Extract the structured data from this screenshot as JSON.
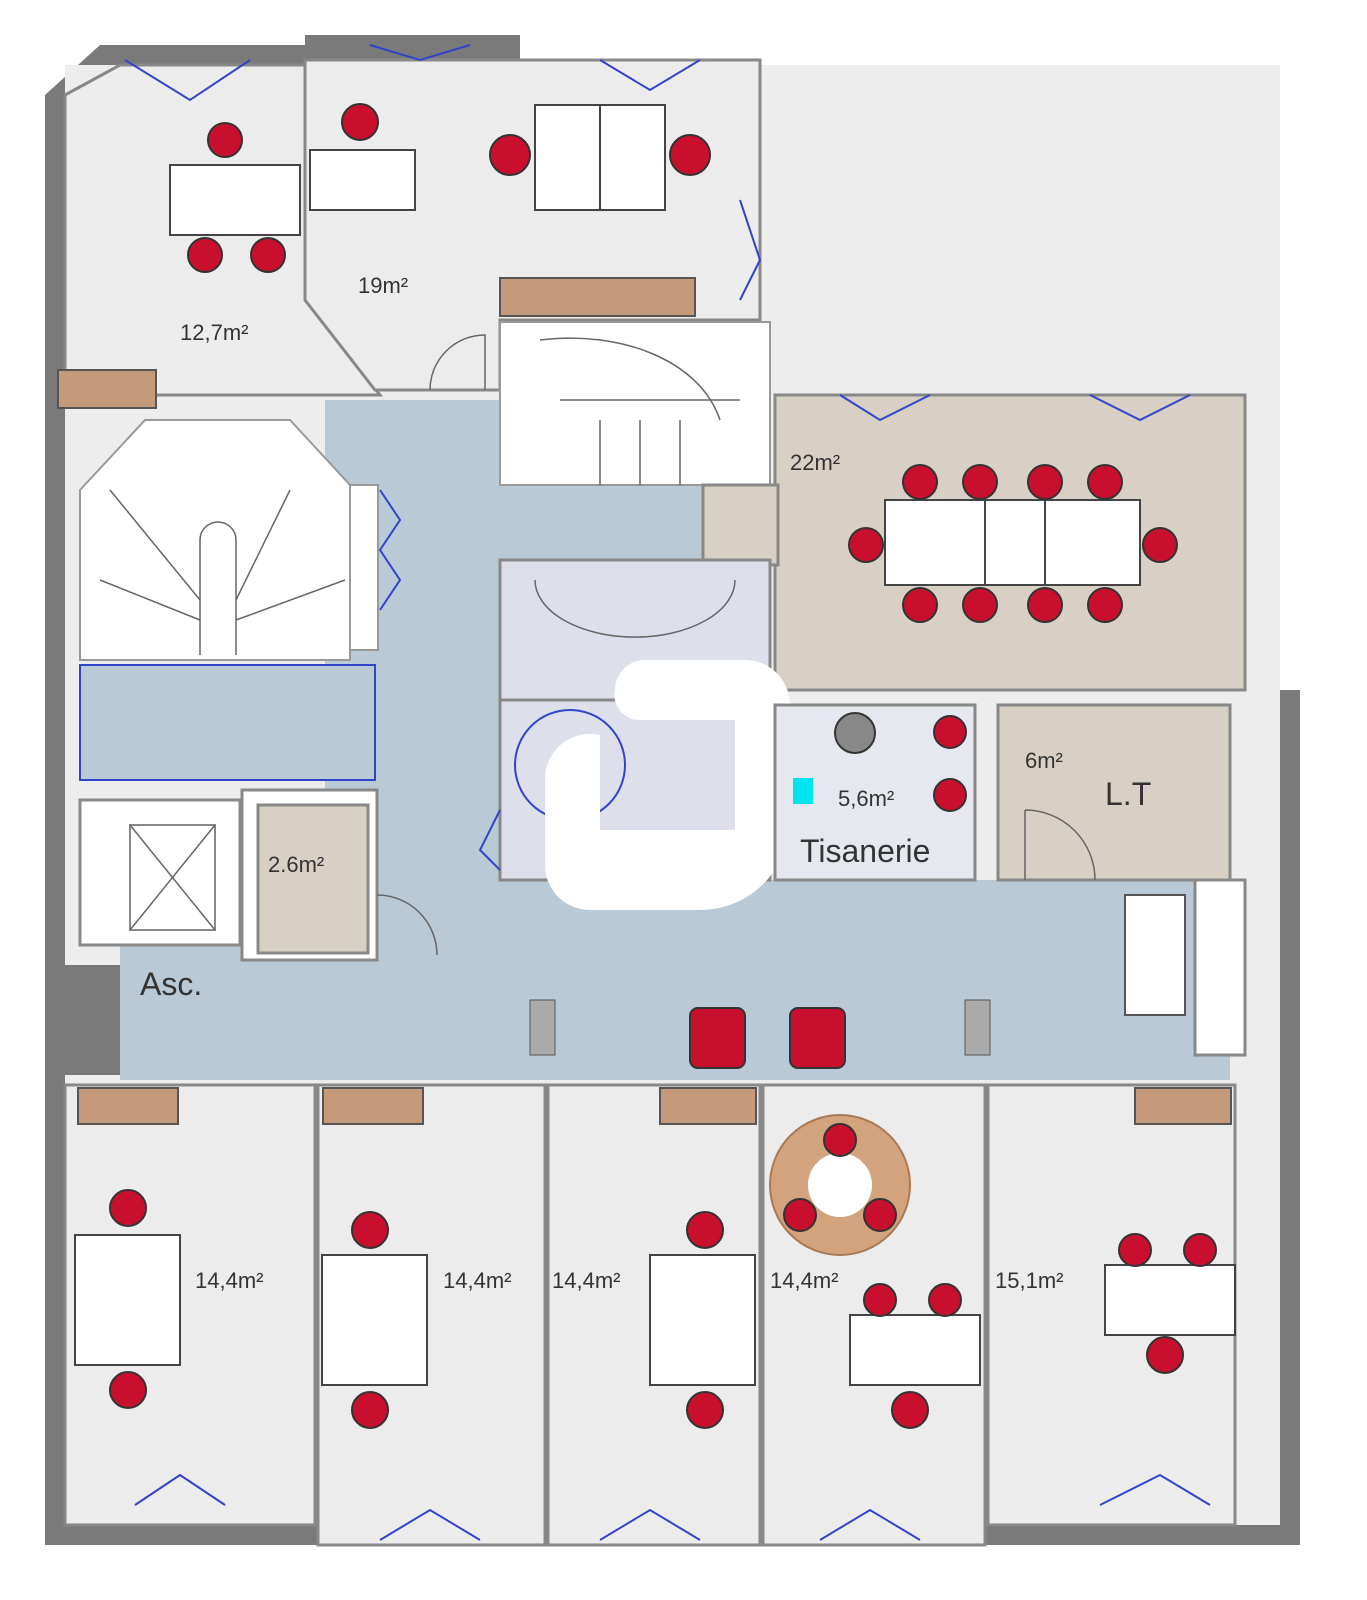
{
  "plan": {
    "rooms": {
      "office_top_left": "12,7m²",
      "office_top_center": "19m²",
      "meeting_room": "22m²",
      "storage": "2.6m²",
      "tisanerie_area": "5,6m²",
      "tisanerie_name": "Tisanerie",
      "lt_area": "6m²",
      "lt_name": "L.T",
      "elevator": "Asc.",
      "office_b1": "14,4m²",
      "office_b2": "14,4m²",
      "office_b3": "14,4m²",
      "office_b4": "14,4m²",
      "office_b5": "15,1m²"
    },
    "colors": {
      "wall": "#7a7a7a",
      "corridor": "#b9c9d5",
      "chair": "#c8102e",
      "meeting": "#d8d0c5",
      "window": "#3344cc"
    }
  }
}
